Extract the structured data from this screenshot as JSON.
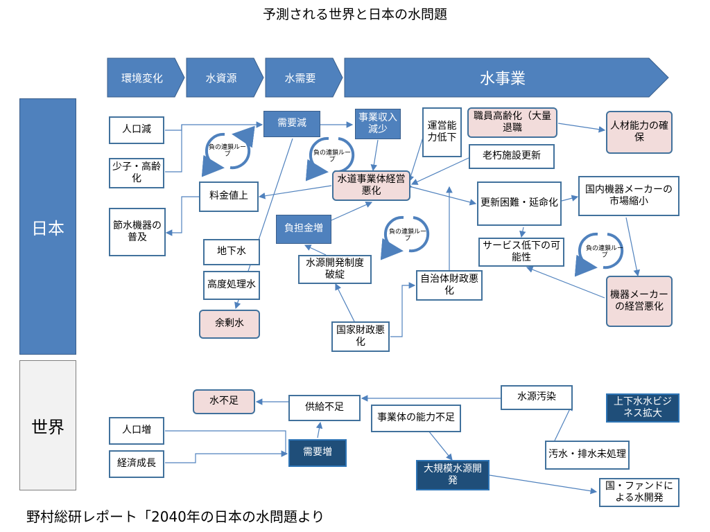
{
  "title": "予測される世界と日本の水問題",
  "source": "野村総研レポート「2040年の日本の水問題より",
  "header": {
    "environment": "環境変化",
    "resources": "水資源",
    "demand": "水需要",
    "business": "水事業"
  },
  "regions": {
    "japan": "日本",
    "world": "世界"
  },
  "japan": {
    "population_decline": "人口減",
    "aging": "少子・高齢化",
    "water_saving": "節水機器の普及",
    "demand_decrease": "需要減",
    "revenue_decrease": "事業収入減少",
    "operation_capacity": "運営能力低下",
    "staff_aging": "職員高齢化（大量退職",
    "talent": "人材能力の確保",
    "aging_facilities": "老朽施設更新",
    "price_rise": "料金値上",
    "utility_deterioration": "水道事業体経営悪化",
    "renewal_difficulty": "更新困難・延命化",
    "domestic_makers": "国内機器メーカーの市場縮小",
    "burden_increase": "負担金増",
    "groundwater": "地下水",
    "advanced_treatment": "高度処理水",
    "surplus_water": "余剰水",
    "water_dev_system": "水源開発制度破綻",
    "municipal_finance": "自治体財政悪化",
    "service_decline": "サービス低下の可能性",
    "maker_deterioration": "機器メーカーの経営悪化",
    "national_finance": "国家財政悪化",
    "loop_label": "負の連鎖ループ"
  },
  "world": {
    "shortage": "水不足",
    "supply_shortage": "供給不足",
    "source_pollution": "水源汚染",
    "business_expansion": "上下水水ビジネス拡大",
    "population_increase": "人口増",
    "capacity_shortage": "事業体の能力不足",
    "demand_increase": "需要増",
    "economic_growth": "経済成長",
    "sewage_untreated": "汚水・排水未処理",
    "large_scale_dev": "大規模水源開発",
    "fund_development": "国・ファンドによる水開発"
  },
  "colors": {
    "primary": "#4f81bd",
    "dark": "#1f4e79",
    "pink": "#f2dcdb",
    "border": "#41719c",
    "world_panel": "#f2f2f2"
  }
}
